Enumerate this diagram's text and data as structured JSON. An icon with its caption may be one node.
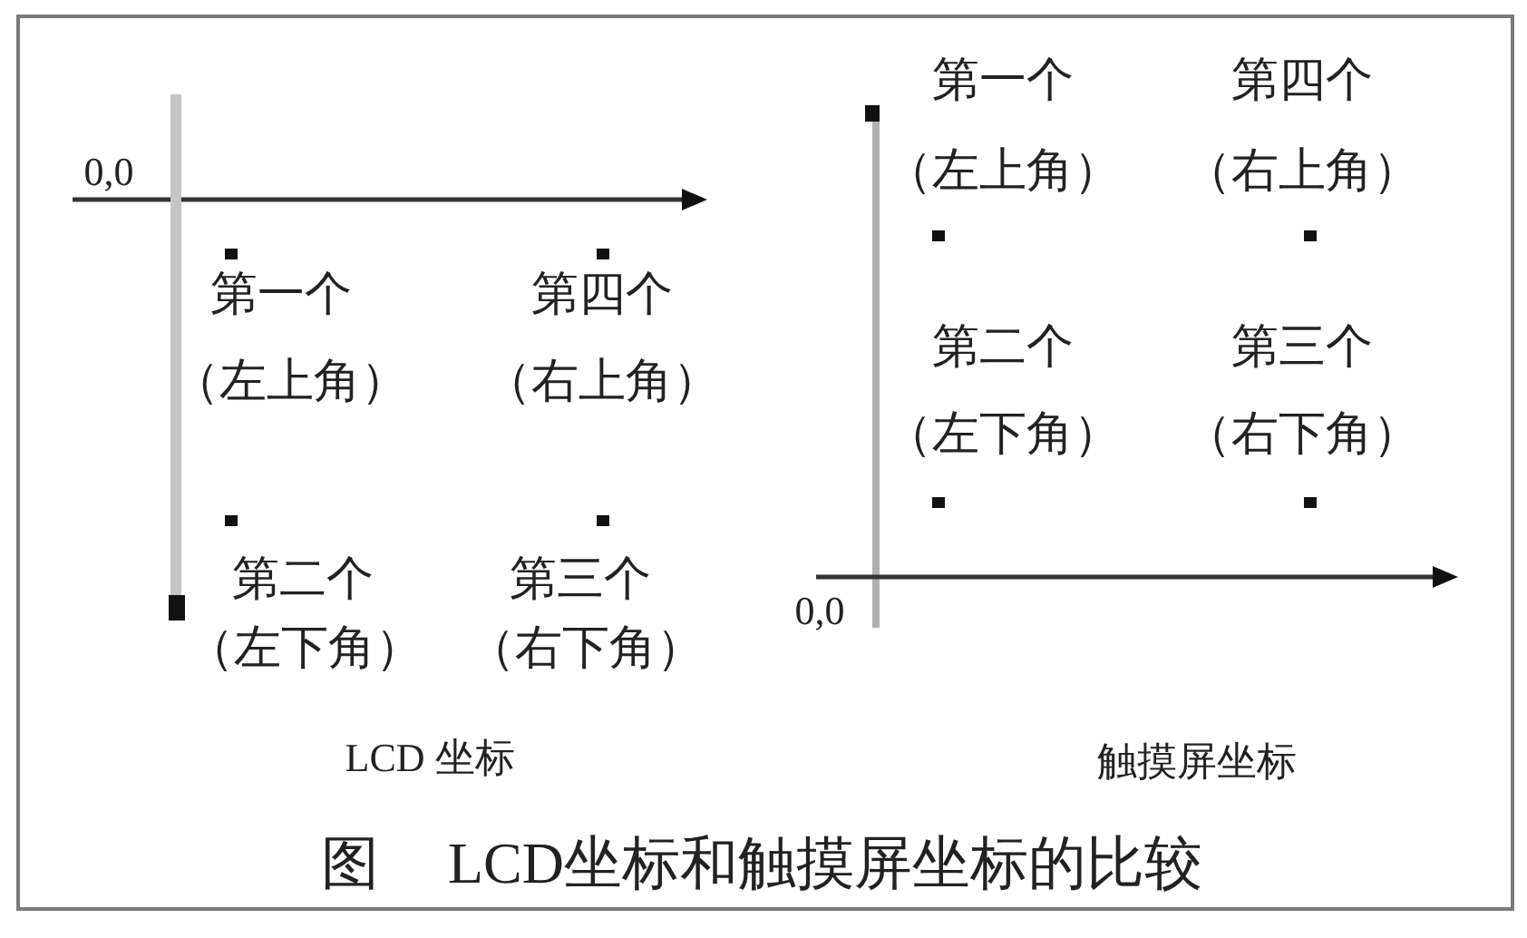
{
  "diagram": {
    "caption": "图 LCD坐标和触摸屏坐标的比较",
    "labels": [
      "0,0",
      "第一个",
      "（左上角）",
      "第四个",
      "（右上角）",
      "第二个",
      "（左下角）",
      "第三个",
      "（右下角）",
      "LCD 坐标",
      "第一个",
      "（左上角）",
      "第四个",
      "（右上角）",
      "第二个",
      "（左下角）",
      "第三个",
      "（右下角）",
      "0,0",
      "触摸屏坐标"
    ]
  }
}
